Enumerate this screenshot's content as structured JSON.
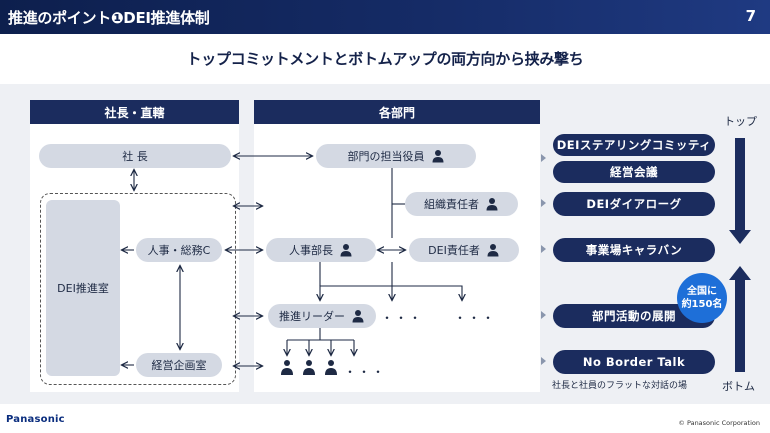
{
  "header": {
    "title": "推進のポイント❶DEI推進体制",
    "page_number": "7"
  },
  "subtitle": "トップコミットメントとボトムアップの両方向から挟み撃ち",
  "left_panel": {
    "header": "社長・直轄",
    "president": "社 長",
    "dei_office": "DEI推進室",
    "hr_ga": "人事・総務C",
    "planning": "経営企画室"
  },
  "mid_panel": {
    "header": "各部門",
    "dept_officer": "部門の担当役員",
    "org_manager": "組織責任者",
    "hr_manager": "人事部長",
    "dei_manager": "DEI責任者",
    "leader": "推進リーダー",
    "ellipsis": "・・・"
  },
  "right_panel": {
    "items": [
      "DEIステアリングコミッティ",
      "経営会議",
      "DEIダイアローグ",
      "事業場キャラバン",
      "部門活動の展開",
      "No Border Talk"
    ],
    "top_label": "トップ",
    "bottom_label": "ボトム",
    "badge_line1": "全国に",
    "badge_line2": "約150名",
    "caption": "社長と社員のフラットな対話の場"
  },
  "footer": {
    "logo": "Panasonic",
    "copyright": "© Panasonic Corporation"
  },
  "colors": {
    "navy": "#1b2c5e",
    "pill": "#d4d9e3",
    "badge": "#1e6fd8",
    "band": "#eef0f4"
  },
  "icons": [
    "person-icon",
    "double-arrow-icon",
    "caret-right-icon",
    "up-arrow-icon",
    "down-arrow-icon"
  ]
}
